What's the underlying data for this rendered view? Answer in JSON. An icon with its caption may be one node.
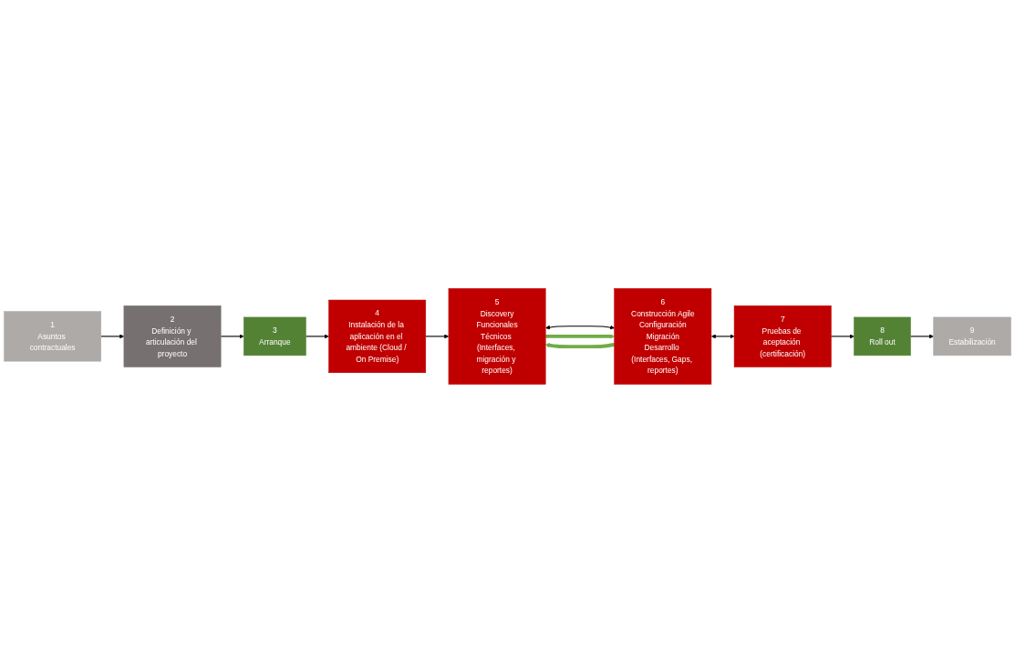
{
  "diagram": {
    "nodes": [
      {
        "text": [
          "1",
          "Asuntos contractuales"
        ]
      },
      {
        "text": [
          "2",
          "Definición y articulación del proyecto"
        ]
      },
      {
        "text": [
          "3",
          "Arranque"
        ]
      },
      {
        "text": [
          "4",
          "Instalación de la aplicación en el ambiente (Cloud / On Premise)"
        ]
      },
      {
        "text": [
          "5",
          "Discovery",
          "Funcionales",
          "Técnicos (Interfaces, migración y reportes)"
        ]
      },
      {
        "text": [
          "6",
          "Construcción Agile",
          "Configuración",
          "Migración",
          "Desarrollo (Interfaces, Gaps, reportes)"
        ]
      },
      {
        "text": [
          "7",
          "Pruebas de aceptación (certificación)"
        ]
      },
      {
        "text": [
          "8",
          "Roll out"
        ]
      },
      {
        "text": [
          "9",
          "Estabilización"
        ]
      }
    ],
    "edges": [
      {
        "from": 0,
        "to": 1,
        "arrow": "to"
      },
      {
        "from": 1,
        "to": 2,
        "arrow": "to"
      },
      {
        "from": 2,
        "to": 3,
        "arrow": "to"
      },
      {
        "from": 3,
        "to": 4,
        "arrow": "to"
      },
      {
        "from": 4,
        "to": 5,
        "arrow": "both"
      },
      {
        "from": 5,
        "to": 4,
        "arrow": "to",
        "style": "thick",
        "color": "#70ad47"
      },
      {
        "from": 4,
        "to": 5,
        "arrow": "to",
        "style": "thick",
        "color": "#70ad47"
      },
      {
        "from": 5,
        "to": 6,
        "arrow": "both"
      },
      {
        "from": 6,
        "to": 7,
        "arrow": "to"
      },
      {
        "from": 7,
        "to": 8,
        "arrow": "to"
      }
    ]
  }
}
